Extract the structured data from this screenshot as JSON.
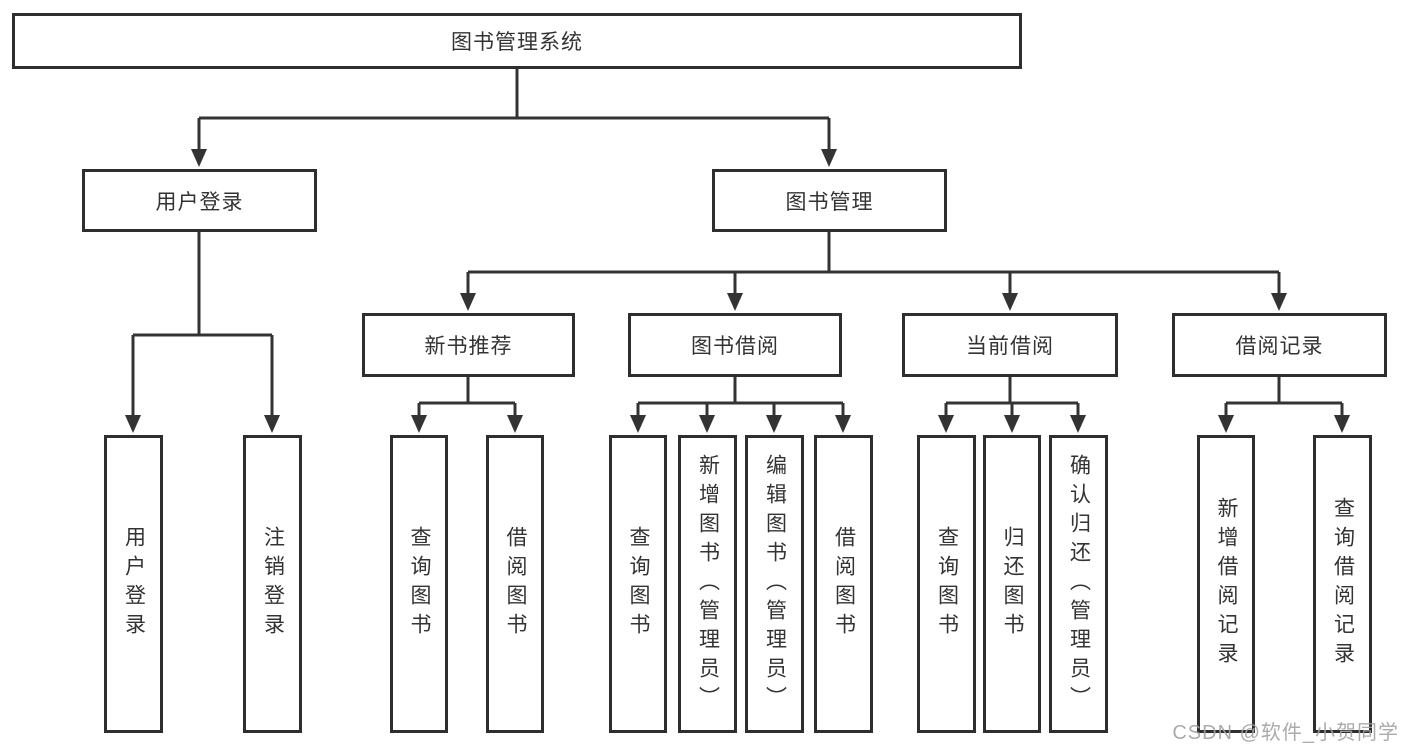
{
  "diagram": {
    "root": "图书管理系统",
    "level2": {
      "userLogin": "用户登录",
      "bookManagement": "图书管理"
    },
    "level3": {
      "newBookRecommend": "新书推荐",
      "bookBorrowing": "图书借阅",
      "currentBorrowing": "当前借阅",
      "borrowRecords": "借阅记录"
    },
    "leaves": {
      "userLogin": "用户登录",
      "logout": "注销登录",
      "recQueryBooks": "查询图书",
      "recBorrowBooks": "借阅图书",
      "bbQueryBooks": "查询图书",
      "bbAddBooks": "新增图书（管理员）",
      "bbEditBooks": "编辑图书（管理员）",
      "bbBorrowBooks": "借阅图书",
      "cbQueryBooks": "查询图书",
      "cbReturnBooks": "归还图书",
      "cbConfirmReturn": "确认归还（管理员）",
      "brAddRecord": "新增借阅记录",
      "brQueryRecord": "查询借阅记录"
    }
  },
  "watermark": "CSDN @软件_小贺同学",
  "colors": {
    "line": "#333333",
    "box_border": "#2e2e2e",
    "box_fill": "#ffffff",
    "text": "#333333",
    "watermark": "#a2a2a2",
    "background": "#ffffff"
  }
}
